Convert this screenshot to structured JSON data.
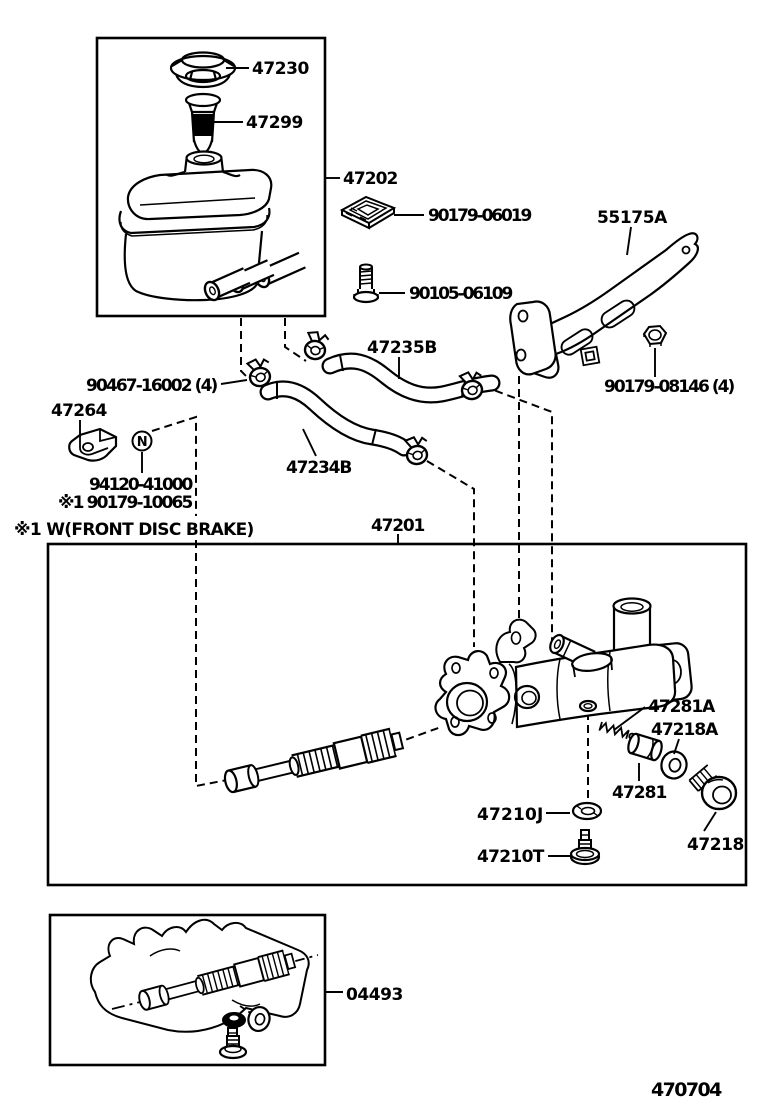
{
  "figure": {
    "code": "470704",
    "footnote": "※1 W(FRONT DISC BRAKE)"
  },
  "marker": {
    "letter": "N"
  },
  "colors": {
    "line": "#000000",
    "background": "#ffffff"
  },
  "parts": {
    "reservoir_cap": {
      "label": "47230"
    },
    "reservoir_filter": {
      "label": "47299"
    },
    "reservoir_assy": {
      "label": "47202"
    },
    "grommet": {
      "label": "90179-06019"
    },
    "bracket": {
      "label": "55175A"
    },
    "bolt": {
      "label": "90105-06109"
    },
    "bracket_nut": {
      "label": "90179-08146 (4)"
    },
    "hose_upper": {
      "label": "47235B"
    },
    "hose_lower": {
      "label": "47234B"
    },
    "hose_clamp": {
      "label": "90467-16002 (4)"
    },
    "clamp_bracket": {
      "label": "47264"
    },
    "clip": {
      "label": "94120-41000"
    },
    "clip_alt": {
      "label": "※1 90179-10065"
    },
    "master_cylinder_assy": {
      "label": "47201"
    },
    "piston_spring": {
      "label": "47281A"
    },
    "outlet_gasket": {
      "label": "47218A"
    },
    "piston_stopper": {
      "label": "47281"
    },
    "reservoir_gasket": {
      "label": "47210J"
    },
    "plug": {
      "label": "47210T"
    },
    "outlet_bolt": {
      "label": "47218"
    },
    "repair_kit": {
      "label": "04493"
    }
  }
}
